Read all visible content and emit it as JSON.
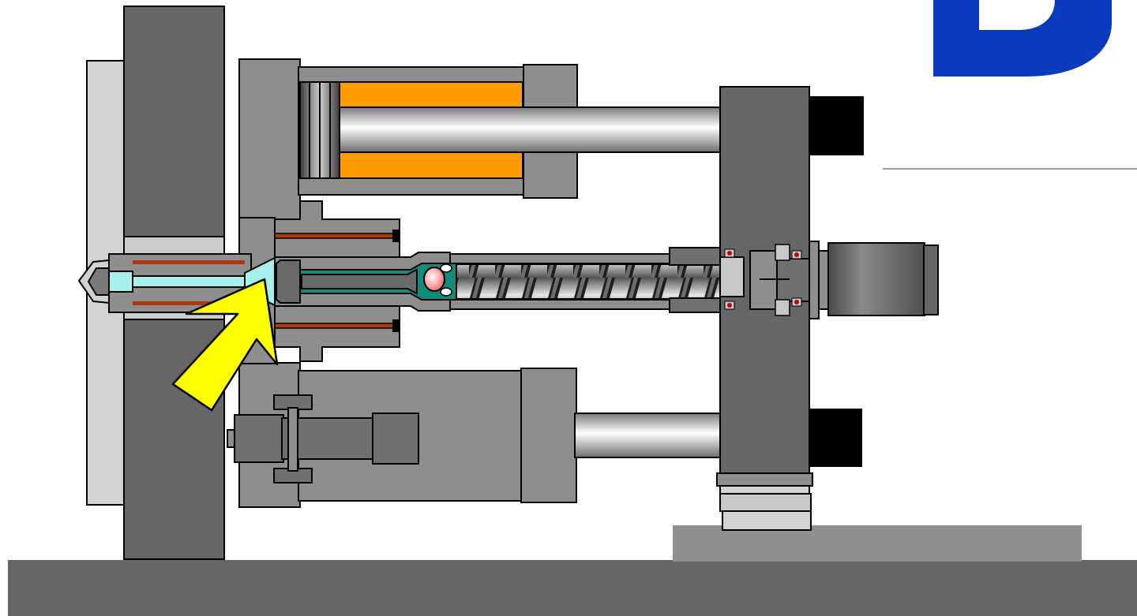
{
  "diagram": {
    "corner_letter": "B",
    "colors": {
      "background": "#ffffff",
      "floor": "#666666",
      "base_pedestal": "#8f8f8f",
      "dark_steel": "#666666",
      "mid_steel": "#8e8e8e",
      "light_steel": "#c8c8c8",
      "pale_steel": "#d2d2d2",
      "hydraulic_oil": "#ff9a00",
      "melt_channel": "#0f8c7c",
      "nozzle_tip": "#a6f0ee",
      "heater_band": "#b03a10",
      "check_ring": "#ff7a7a",
      "arrow_fill": "#ffff00",
      "corner_letter": "#0a3bbf",
      "black_block": "#000000"
    },
    "parts": {
      "floor": "floor",
      "fixed_platen": "fixed-platen",
      "mold_plate": "mold-plate",
      "injection_unit": "injection-unit",
      "barrel": "barrel",
      "screw": "screw",
      "check_ring": "check-ring",
      "nozzle": "nozzle",
      "upper_cylinder": "upper-hydraulic-cylinder",
      "lower_cylinder": "lower-hydraulic-cylinder",
      "rear_plate": "rear-plate",
      "drive_motor": "drive-motor",
      "highlight_arrow": "injection-arrow"
    }
  }
}
